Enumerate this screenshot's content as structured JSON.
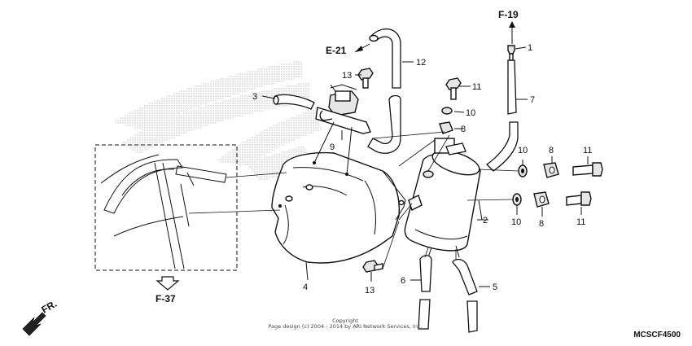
{
  "refs": {
    "f19": "F-19",
    "e21": "E-21",
    "f37": "F-37",
    "fr": "FR."
  },
  "callouts": {
    "c1": "1",
    "c2": "2",
    "c3": "3",
    "c4": "4",
    "c5": "5",
    "c6": "6",
    "c7": "7",
    "c8a": "8",
    "c8b": "8",
    "c8c": "8",
    "c9": "9",
    "c10a": "10",
    "c10b": "10",
    "c10c": "10",
    "c11a": "11",
    "c11b": "11",
    "c11c": "11",
    "c12": "12",
    "c13a": "13",
    "c13b": "13"
  },
  "footer": {
    "copyright_line1": "Copyright",
    "copyright_line2": "Page design (c) 2004 - 2014 by ARI Network Services, Inc.",
    "diagram_code": "MCSCF4500"
  }
}
